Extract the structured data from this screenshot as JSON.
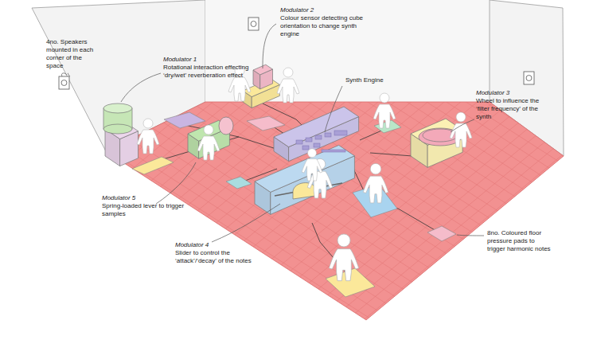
{
  "diagram": {
    "labels": [
      "4no. Speakers mounted in each corner of the space",
      "Modulator 2",
      "Colour sensor detecting cube orientation to change synth engine",
      "Modulator 1",
      "Rotational interaction effecting ‘dry/wet’ reverberation effect",
      "Synth Engine",
      "Modulator 3",
      "Wheel to influence the ‘filter frequency’ of the synth",
      "Modulator 5",
      "Spring-loaded lever to trigger samples",
      "Modulator 4",
      "Slider to control the ‘attack’/‘decay’ of the notes",
      "8no. Coloured floor pressure pads to trigger harmonic notes"
    ]
  }
}
